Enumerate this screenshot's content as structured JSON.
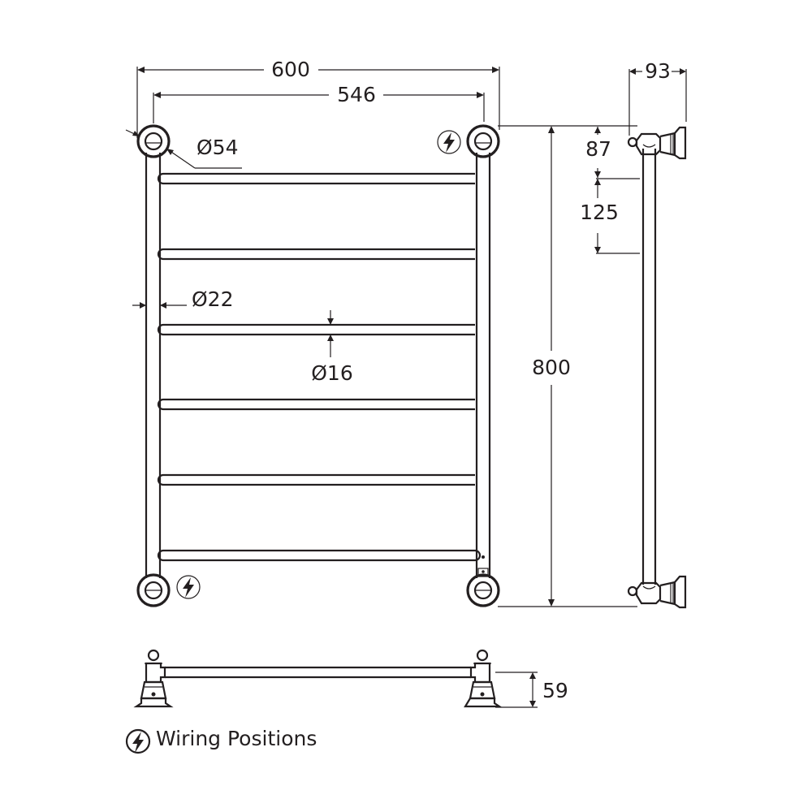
{
  "diagram": {
    "subject": "Heated towel rail dimension drawing",
    "colors": {
      "line": "#231f20",
      "background": "#ffffff"
    },
    "front_view": {
      "dimensions": {
        "overall_width": "600",
        "centre_width": "546",
        "height": "800",
        "bracket_diameter": "Ø54",
        "upright_diameter": "Ø22",
        "rail_diameter": "Ø16"
      },
      "rail_count": 6,
      "wiring_icons": 2
    },
    "side_view": {
      "dimensions": {
        "depth": "93",
        "top_offset": "87",
        "rail_spacing": "125"
      }
    },
    "top_view": {
      "dimensions": {
        "projection": "59"
      }
    },
    "legend": {
      "icon": "lightning-bolt-circle-icon",
      "label": "Wiring Positions"
    }
  }
}
